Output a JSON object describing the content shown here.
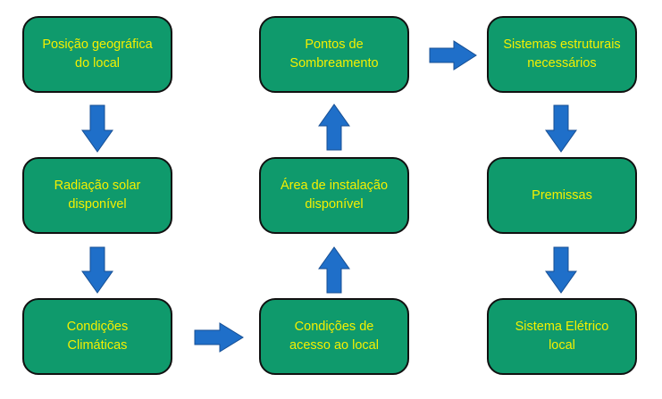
{
  "colors": {
    "node_fill": "#0f9a6c",
    "node_border": "#111111",
    "node_text": "#f4f000",
    "arrow_fill": "#1f6fc9"
  },
  "nodes": [
    {
      "id": "posicao",
      "label": "Posição geográfica\ndo local"
    },
    {
      "id": "radiacao",
      "label": "Radiação solar\ndisponível"
    },
    {
      "id": "condicoes_climaticas",
      "label": "Condições\nClimáticas"
    },
    {
      "id": "condicoes_acesso",
      "label": "Condições de\nacesso ao local"
    },
    {
      "id": "area_instalacao",
      "label": "Área de instalação\ndisponível"
    },
    {
      "id": "pontos_sombreamento",
      "label": "Pontos de\nSombreamento"
    },
    {
      "id": "sistemas_estruturais",
      "label": "Sistemas estruturais\nnecessários"
    },
    {
      "id": "premissas",
      "label": "Premissas"
    },
    {
      "id": "sistema_eletrico",
      "label": "Sistema Elétrico\nlocal"
    }
  ],
  "edges": [
    {
      "from": "posicao",
      "to": "radiacao",
      "direction": "down"
    },
    {
      "from": "radiacao",
      "to": "condicoes_climaticas",
      "direction": "down"
    },
    {
      "from": "condicoes_climaticas",
      "to": "condicoes_acesso",
      "direction": "right"
    },
    {
      "from": "condicoes_acesso",
      "to": "area_instalacao",
      "direction": "up"
    },
    {
      "from": "area_instalacao",
      "to": "pontos_sombreamento",
      "direction": "up"
    },
    {
      "from": "pontos_sombreamento",
      "to": "sistemas_estruturais",
      "direction": "right"
    },
    {
      "from": "sistemas_estruturais",
      "to": "premissas",
      "direction": "down"
    },
    {
      "from": "premissas",
      "to": "sistema_eletrico",
      "direction": "down"
    }
  ]
}
